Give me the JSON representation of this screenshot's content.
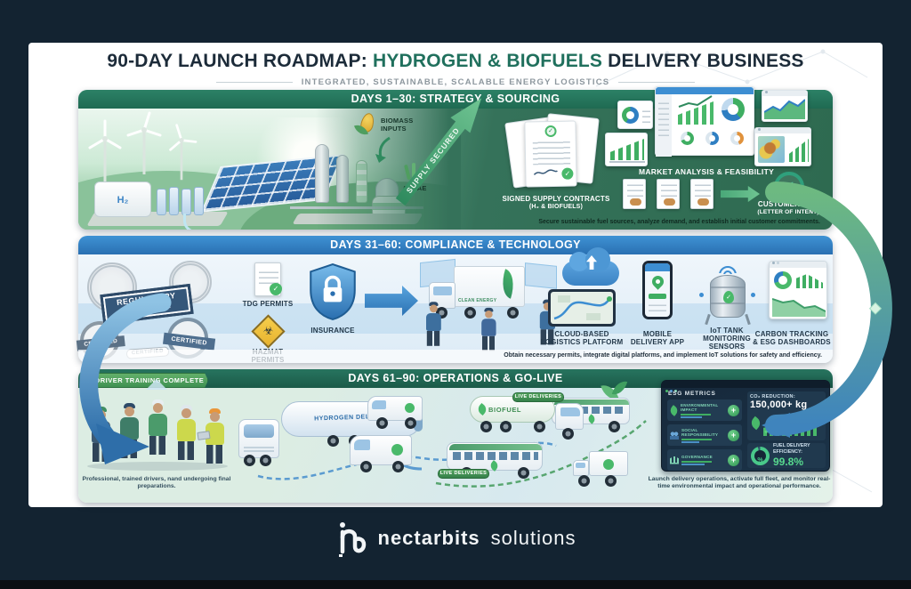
{
  "header": {
    "title_prefix": "90-DAY LAUNCH ROADMAP: ",
    "title_highlight": "HYDROGEN & BIOFUELS",
    "title_suffix": " DELIVERY BUSINESS",
    "subtitle": "INTEGRATED, SUSTAINABLE, SCALABLE ENERGY LOGISTICS"
  },
  "phase1": {
    "banner": "DAYS 1–30: STRATEGY & SOURCING",
    "facility_tank_label": "H₂",
    "biomass_label": "BIOMASS INPUTS",
    "algae_label": "ALGAE",
    "supply_arrow_label": "SUPPLY SECURED",
    "contracts_label": "SIGNED SUPPLY CONTRACTS",
    "contracts_sublabel": "(H₂ & BIOFUELS)",
    "market_label": "MARKET ANALYSIS & FEASIBILITY",
    "lois_label": "CUSTOMER LOIs",
    "lois_sublabel": "(LETTER OF INTENT)",
    "footer": "Secure sustainable fuel sources, analyze demand, and establish initial customer commitments."
  },
  "phase2": {
    "banner": "DAYS 31–60: COMPLIANCE & TECHNOLOGY",
    "stamp_regulatory": "REGULATORY APPROVAL",
    "stamp_certified_1": "CERTIFIED",
    "stamp_certified_2": "CERTIFIED",
    "stamp_certified_3": "CERTIFIED",
    "tdg_label": "TDG PERMITS",
    "hazmat_label": "HAZMAT PERMITS",
    "insurance_label": "INSURANCE",
    "truck_label": "CLEAN ENERGY",
    "cloud_label": "CLOUD-BASED LOGISTICS PLATFORM",
    "mobile_label": "MOBILE DELIVERY APP",
    "iot_label": "IoT TANK MONITORING SENSORS",
    "carbon_label": "CARBON TRACKING & ESG DASHBOARDS",
    "footer": "Obtain necessary permits, integrate digital platforms, and implement IoT solutions for safety and efficiency."
  },
  "phase3": {
    "banner": "DAYS 61–90: OPERATIONS & GO-LIVE",
    "ribbon": "DRIVER TRAINING COMPLETE",
    "drivers_caption": "Professional, trained drivers, nand undergoing final preparations.",
    "hydrogen_truck_label": "HYDROGEN DELIVERY",
    "biofuel_truck_label": "BIOFUEL",
    "live_tag_1": "LIVE DELIVERIES",
    "live_tag_2": "LIVE DELIVERIES",
    "esg": {
      "title": "ESG METRICS",
      "rows": [
        "ENVIRONMENTAL IMPACT",
        "SOCIAL RESPONSIBILITY",
        "GOVERNANCE"
      ],
      "co2_label": "CO₂ REDUCTION:",
      "co2_value": "150,000+ kg",
      "fuel_label": "FUEL DELIVERY EFFICIENCY:",
      "fuel_value": "99.8%",
      "percent_glyph": "%"
    },
    "footer": "Launch delivery operations, activate full fleet, and monitor real-time environmental impact and operational performance."
  },
  "glyphs": {
    "check": "✓",
    "plus": "+",
    "biohazard": "☣"
  },
  "brand": {
    "name": "nectarbits",
    "suffix": "solutions"
  },
  "colors": {
    "accent_green": "#2e8b6a",
    "accent_blue": "#2f7fc2",
    "navy_bg": "#132331"
  }
}
